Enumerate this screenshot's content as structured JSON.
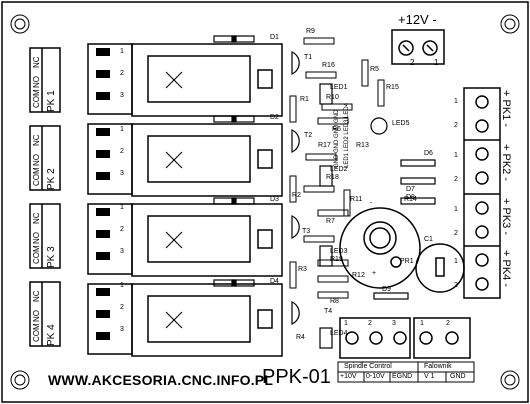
{
  "power": {
    "label": "+12V -",
    "pins": [
      "2",
      "1"
    ]
  },
  "footer": {
    "url": "WWW.AKCESORIA.CNC.INFO.PL",
    "model": "PPK-01"
  },
  "relay_channels": [
    {
      "label": "PK 1",
      "contacts": [
        "NC",
        "NO",
        "COM"
      ],
      "pins": [
        "1",
        "2",
        "3"
      ],
      "diode": "D1",
      "resistors": [
        "R1",
        "R16",
        "R9"
      ],
      "transistor": "T1",
      "led": "LED1"
    },
    {
      "label": "PK 2",
      "contacts": [
        "NC",
        "NO",
        "COM"
      ],
      "pins": [
        "1",
        "2",
        "3"
      ],
      "diode": "D2",
      "resistors": [
        "R2",
        "R17",
        "R10",
        "R6"
      ],
      "transistor": "T2",
      "led": "LED2"
    },
    {
      "label": "PK 3",
      "contacts": [
        "NC",
        "NO",
        "COM"
      ],
      "pins": [
        "1",
        "2",
        "3"
      ],
      "diode": "D3",
      "resistors": [
        "R3",
        "R18",
        "R7"
      ],
      "transistor": "T3",
      "led": "LED3"
    },
    {
      "label": "PK 4",
      "contacts": [
        "NC",
        "NO",
        "COM"
      ],
      "pins": [
        "1",
        "2",
        "3"
      ],
      "diode": "D4",
      "resistors": [
        "R4",
        "R19",
        "R8"
      ],
      "transistor": "T4",
      "led": "LED4"
    }
  ],
  "right_outputs": [
    {
      "label": "+ PK1 -",
      "pins": [
        "1",
        "2"
      ]
    },
    {
      "label": "+ PK2 -",
      "pins": [
        "1",
        "2"
      ]
    },
    {
      "label": "+ PK3 -",
      "pins": [
        "1",
        "2"
      ]
    },
    {
      "label": "+ PK4 -",
      "pins": [
        "1",
        "2"
      ]
    }
  ],
  "components": {
    "R5": "R5",
    "R11": "R11",
    "R12": "R12",
    "R13": "R13",
    "R14": "R14",
    "R15": "R15",
    "LED5": "LED5",
    "D6": "D6",
    "D7": "D7",
    "D8": "D8",
    "D9": "D9",
    "C1": "C1",
    "PR1": "PR1",
    "led_seq": "LED1 LED2 LED3 LED4",
    "gnd_seq": "GND GND GND GND",
    "pr_plus": "+",
    "pr_minus": "-"
  },
  "spindle_control": {
    "title": "Spindle Control",
    "pin_numbers": [
      "1",
      "2",
      "3"
    ],
    "pins": [
      "+10V",
      "0-10V",
      "EGND"
    ]
  },
  "falownik": {
    "title": "Falownik",
    "pin_numbers": [
      "1",
      "2"
    ],
    "pins": [
      "V 1",
      "GND"
    ]
  }
}
